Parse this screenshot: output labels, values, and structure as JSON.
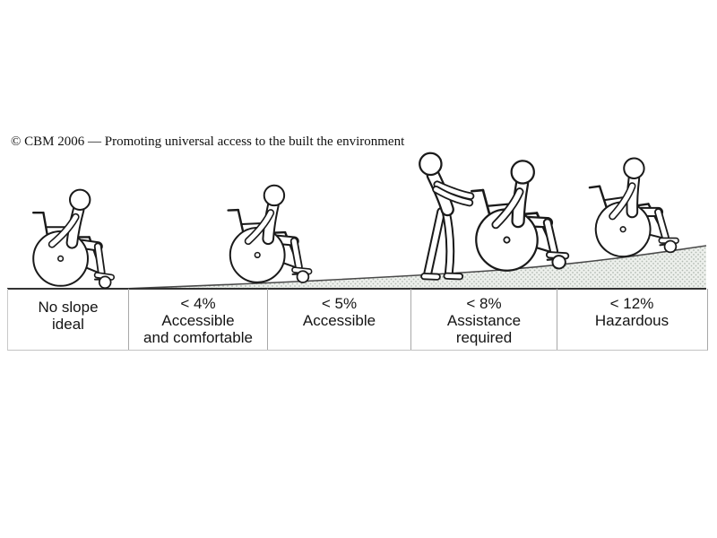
{
  "copyright": "© CBM 2006 — Promoting universal access to the built the environment",
  "panels": [
    {
      "title": "No slope",
      "line2": "ideal",
      "line3": ""
    },
    {
      "title": "< 4%",
      "line2": "Accessible",
      "line3": "and comfortable"
    },
    {
      "title": "< 5%",
      "line2": "Accessible",
      "line3": ""
    },
    {
      "title": "< 8%",
      "line2": "Assistance",
      "line3": "required"
    },
    {
      "title": "< 12%",
      "line2": "Hazardous",
      "line3": ""
    }
  ],
  "figures": [
    {
      "name": "wheelchair-user-on-flat-ground",
      "panel": "No slope ideal"
    },
    {
      "name": "wheelchair-user-on-gentle-slope",
      "panel": "< 4% Accessible and comfortable"
    },
    {
      "name": "assistant-pushing-wheelchair-user",
      "panel": "< 8% Assistance required"
    },
    {
      "name": "wheelchair-user-on-steep-slope",
      "panel": "< 12% Hazardous"
    }
  ],
  "colors": {
    "background": "#ffffff",
    "ink": "#1a1a1a",
    "ramp_fill": "#edf0ec",
    "ramp_dots": "#b2bab2",
    "ramp_edge": "#4a4a4a",
    "baseline": "#333333",
    "panel_divider": "#a8a8a8",
    "text": "#141414"
  }
}
